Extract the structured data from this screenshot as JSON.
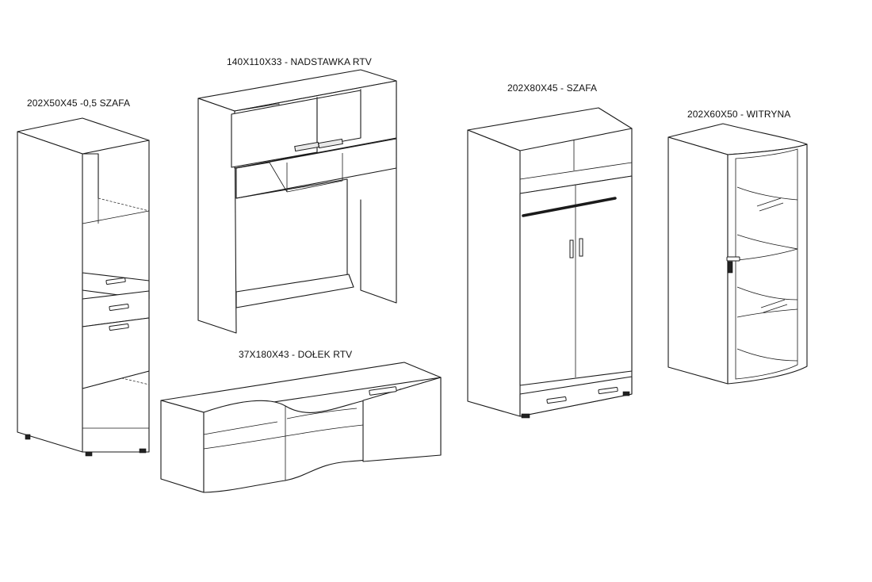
{
  "items": [
    {
      "label": "202X50X45 -0,5 SZAFA"
    },
    {
      "label": "140X110X33 - NADSTAWKA RTV"
    },
    {
      "label": "202X80X45 - SZAFA"
    },
    {
      "label": "202X60X50 - WITRYNA"
    },
    {
      "label": "37X180X43 - DOŁEK RTV"
    }
  ]
}
